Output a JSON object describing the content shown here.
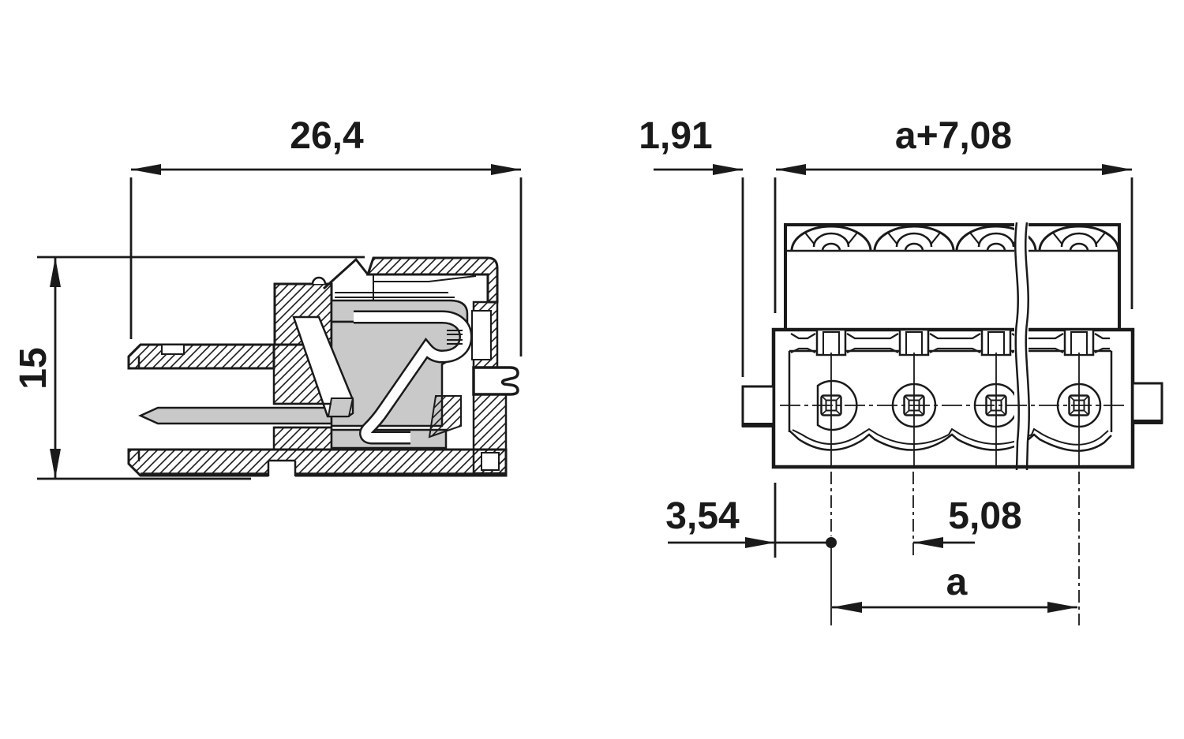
{
  "drawing": {
    "background": "#ffffff",
    "line_color": "#1a1a1a",
    "metal_fill": "#c9c9c9",
    "side_view": {
      "dim_width": "26,4",
      "dim_height": "15"
    },
    "front_view": {
      "poles_shown": 4,
      "dim_tab_offset": "1,91",
      "dim_overall": "a+7,08",
      "dim_edge_to_pole": "3,54",
      "dim_pitch": "5,08",
      "dim_span": "a"
    }
  }
}
